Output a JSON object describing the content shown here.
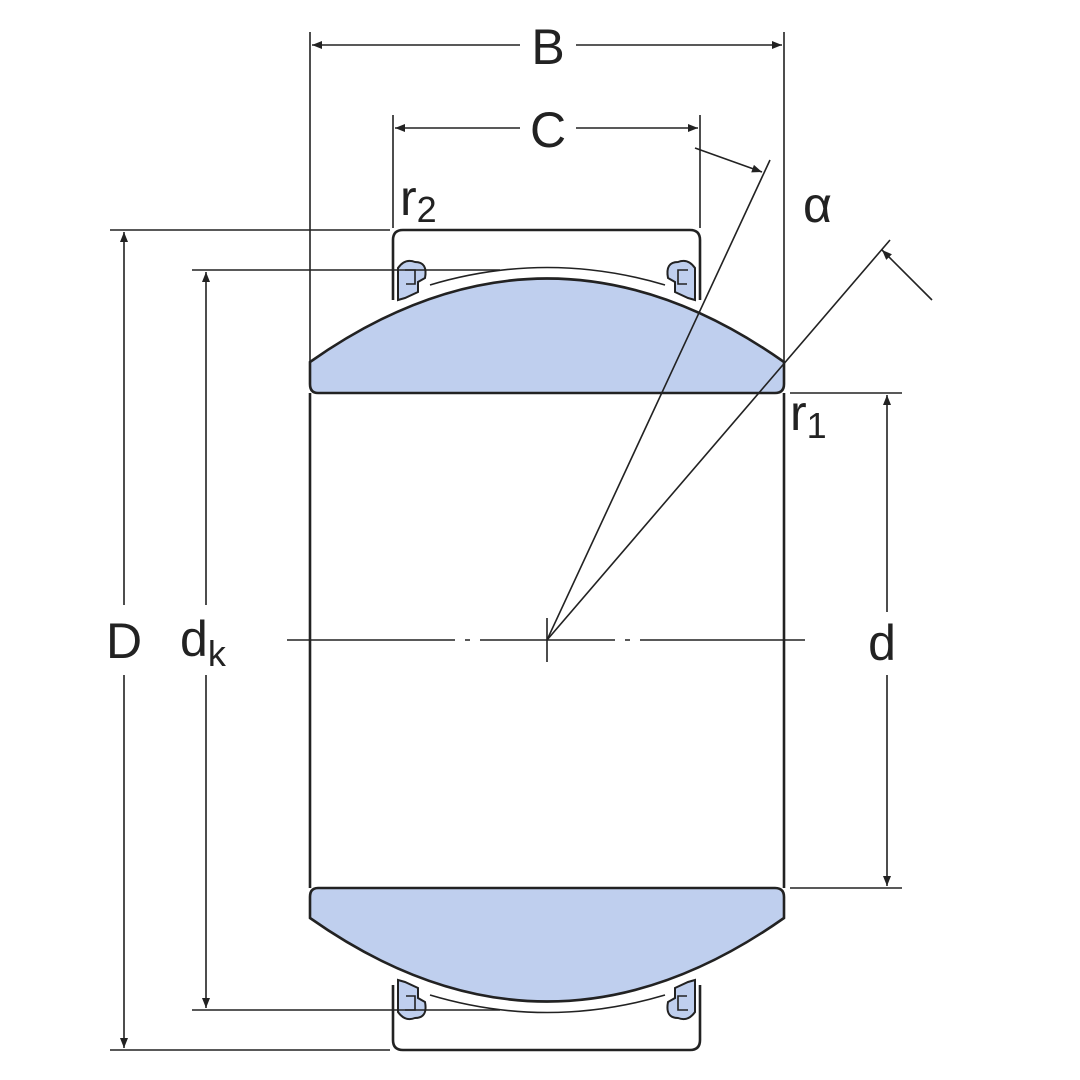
{
  "labels": {
    "B": "B",
    "C": "C",
    "r2": {
      "main": "r",
      "sub": "2"
    },
    "alpha": "α",
    "r1": {
      "main": "r",
      "sub": "1"
    },
    "D": "D",
    "dk": {
      "main": "d",
      "sub": "k"
    },
    "d": "d"
  },
  "colors": {
    "part_fill": "#bfcfee",
    "line": "#222222"
  }
}
